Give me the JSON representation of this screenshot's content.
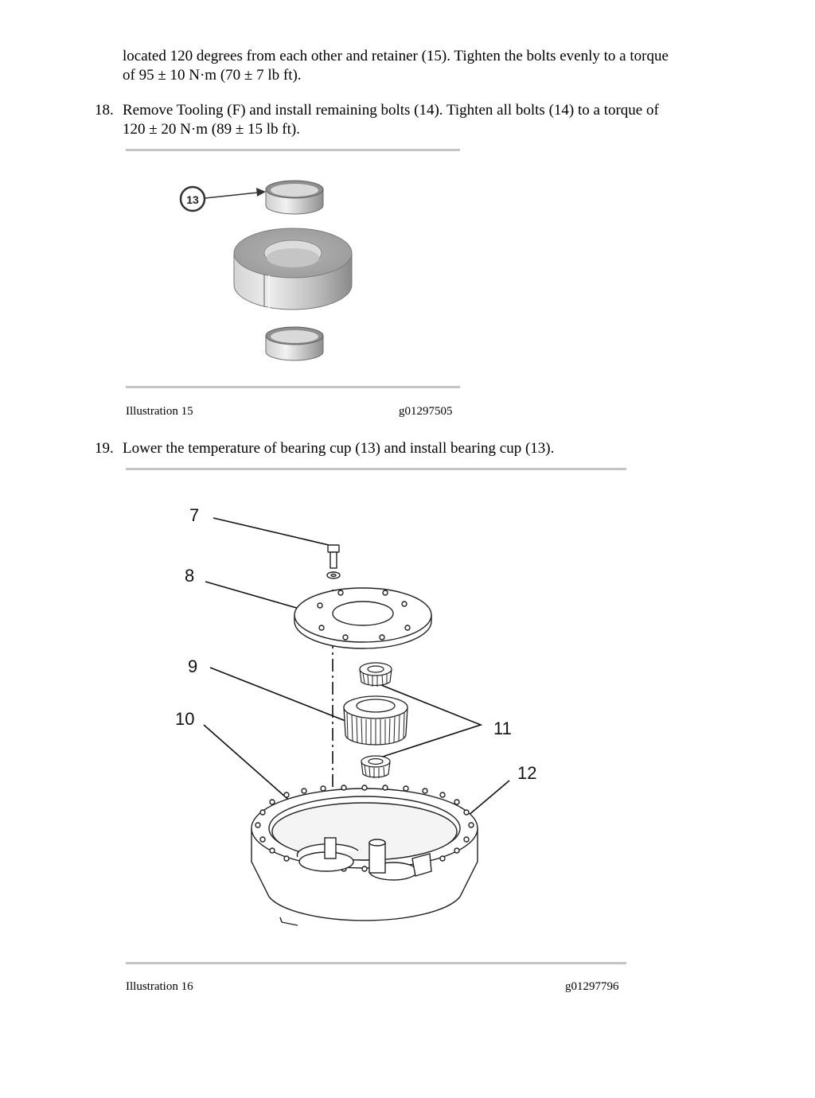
{
  "paragraphs": {
    "continued_line1": "located 120 degrees from each other and retainer (15). Tighten the bolts evenly to a torque",
    "continued_line2": "of 95 ± 10 N·m (70 ± 7 lb ft).",
    "step18": {
      "number": "18.",
      "line1": "Remove Tooling (F) and install remaining bolts (14). Tighten all bolts (14) to a torque of",
      "line2": "120 ± 20 N·m (89 ± 15 lb ft)."
    },
    "step19": {
      "number": "19.",
      "line1": "Lower the temperature of bearing cup (13) and install bearing cup (13)."
    }
  },
  "illustration15": {
    "caption": "Illustration 15",
    "code": "g01297505",
    "callouts": [
      "13"
    ]
  },
  "illustration16": {
    "caption": "Illustration 16",
    "code": "g01297796",
    "callouts": [
      "7",
      "8",
      "9",
      "10",
      "11",
      "12"
    ]
  }
}
